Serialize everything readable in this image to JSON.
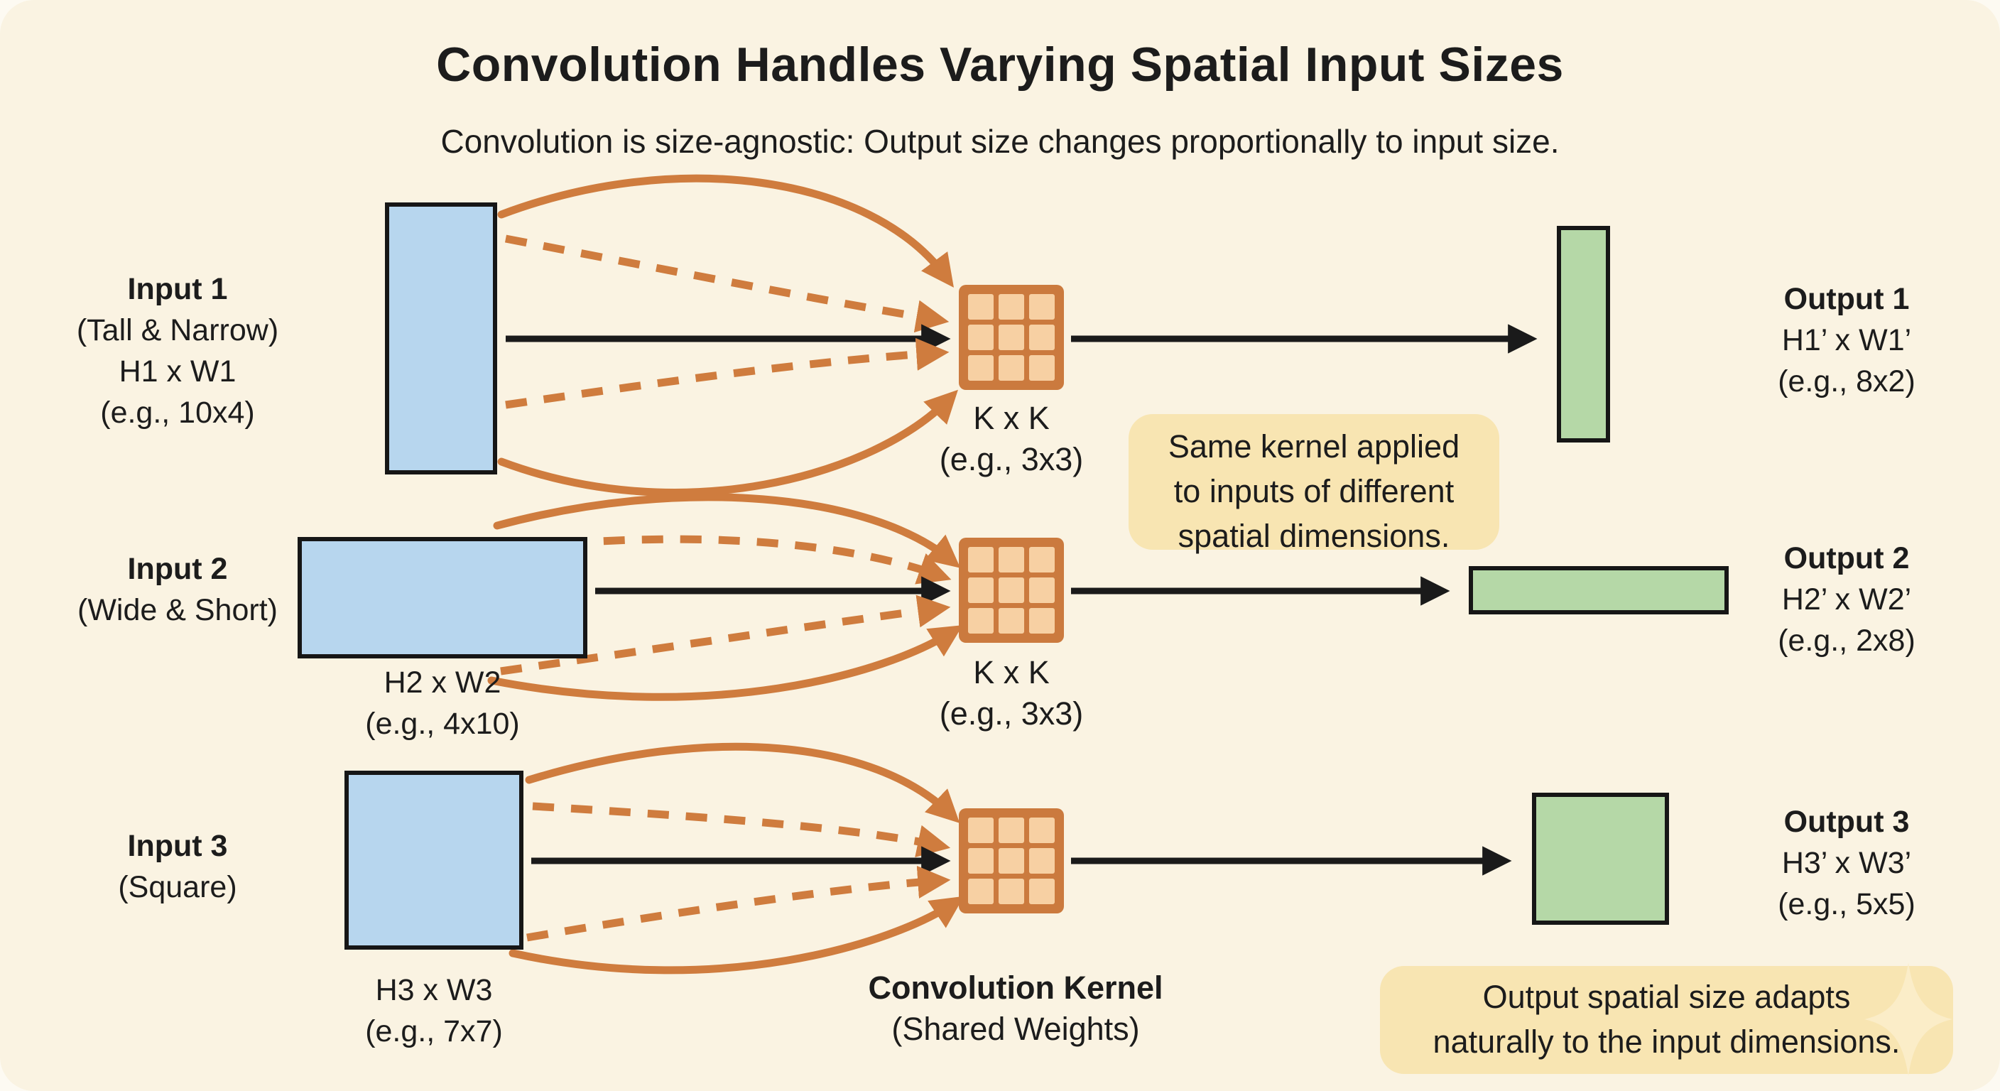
{
  "title": "Convolution Handles Varying Spatial Input Sizes",
  "subtitle": "Convolution is size-agnostic: Output size changes proportionally to input size.",
  "colors": {
    "background": "#FDFAF2",
    "canvas": "#FAF3E2",
    "text": "#1C1C1C",
    "input_fill": "#B7D6EE",
    "output_fill": "#B5D8A7",
    "kernel_frame": "#CB7A3E",
    "kernel_cell": "#F7D0A3",
    "arrow_orange": "#CF7C3E",
    "arrow_black": "#1A1A1A",
    "shape_border": "#161616",
    "note_fill": "#F8E5B2",
    "sparkle": "#FBEDC8"
  },
  "rows": [
    {
      "input_title": "Input 1",
      "input_subtitle": "(Tall & Narrow)",
      "input_dims": "H1 x W1",
      "input_example": "(e.g., 10x4)",
      "kernel_title": "K x K",
      "kernel_example": "(e.g., 3x3)",
      "output_title": "Output 1",
      "output_dims": "H1’ x W1’",
      "output_example": "(e.g., 8x2)"
    },
    {
      "input_title": "Input 2",
      "input_subtitle": "(Wide & Short)",
      "input_dims": "H2 x W2",
      "input_example": "(e.g., 4x10)",
      "kernel_title": "K x K",
      "kernel_example": "(e.g., 3x3)",
      "output_title": "Output 2",
      "output_dims": "H2’ x W2’",
      "output_example": "(e.g., 2x8)"
    },
    {
      "input_title": "Input 3",
      "input_subtitle": "(Square)",
      "input_dims": "H3 x W3",
      "input_example": "(e.g., 7x7)",
      "kernel_title": "Convolution Kernel",
      "kernel_example": "(Shared Weights)",
      "output_title": "Output 3",
      "output_dims": "H3’ x W3’",
      "output_example": "(e.g., 5x5)"
    }
  ],
  "notes": [
    {
      "lines": [
        "Same kernel applied",
        "to inputs of different",
        "spatial dimensions."
      ]
    },
    {
      "lines": [
        "Output spatial size adapts",
        "naturally to the input dimensions."
      ]
    }
  ]
}
